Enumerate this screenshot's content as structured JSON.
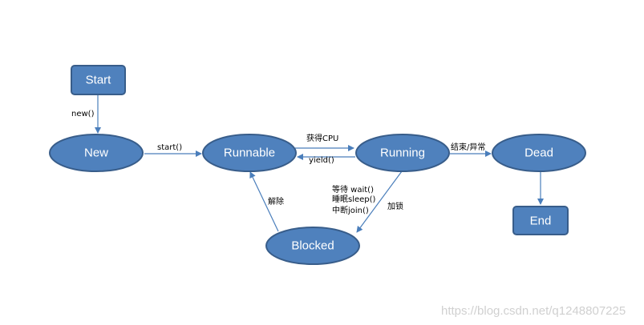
{
  "nodes": {
    "start": "Start",
    "new": "New",
    "runnable": "Runnable",
    "running": "Running",
    "dead": "Dead",
    "end": "End",
    "blocked": "Blocked"
  },
  "edges": {
    "new_call": "new()",
    "start_call": "start()",
    "get_cpu": "获得CPU",
    "yield_call": "yield()",
    "finish_exception": "结束/异常",
    "wait": "等待 wait()",
    "sleep": "睡眠sleep()",
    "join": "中断join()",
    "lock": "加锁",
    "unblock": "解除"
  },
  "watermark": "https://blog.csdn.net/q1248807225",
  "colors": {
    "node_fill": "#4f81bd",
    "node_stroke": "#385d8a",
    "edge": "#4a7ebb"
  }
}
